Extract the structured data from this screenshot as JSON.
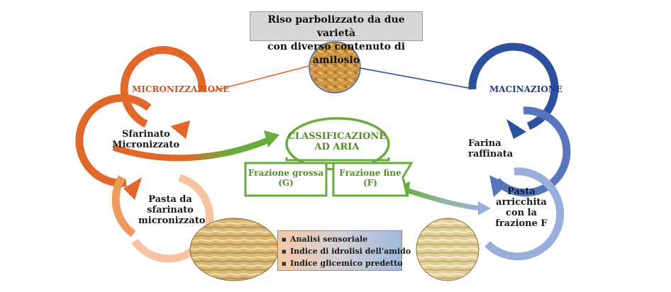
{
  "title": {
    "line1": "Riso parbolizzato da due varietà",
    "line2": "con diverso contenuto di amilosio"
  },
  "left": {
    "step1": "MICRONIZZAZIONE",
    "step2_line1": "Sfarinato",
    "step2_line2": "Micronizzato",
    "step3_line1": "Pasta da",
    "step3_line2": "sfarinato",
    "step3_line3": "micronizzato"
  },
  "center": {
    "classif_line1": "CLASSIFICAZIONE",
    "classif_line2": "AD ARIA",
    "coarse_line1": "Frazione grossa",
    "coarse_line2": "(G)",
    "fine_line1": "Frazione fine",
    "fine_line2": "(F)"
  },
  "right": {
    "step1": "MACINAZIONE",
    "step2_line1": "Farina",
    "step2_line2": "raffinata",
    "step3_line1": "Pasta",
    "step3_line2": "arricchita",
    "step3_line3": "con la",
    "step3_line4": "frazione F"
  },
  "analyses": [
    "Analisi sensoriale",
    "Indice di idrolisi dell'amido",
    "Indice glicemico predetto"
  ],
  "colors": {
    "orange_dark": "#e2682a",
    "orange_mid": "#ee9a5e",
    "orange_light": "#f6c4a0",
    "blue_dark": "#2c4f9e",
    "blue_mid": "#5876bd",
    "blue_light": "#9aaede",
    "green": "#6aab3d"
  },
  "icons": {
    "rice_photo": "parboiled-rice-photo",
    "pasta_left_photo": "spaghetti-photo",
    "pasta_right_photo": "spaghetti-photo"
  }
}
